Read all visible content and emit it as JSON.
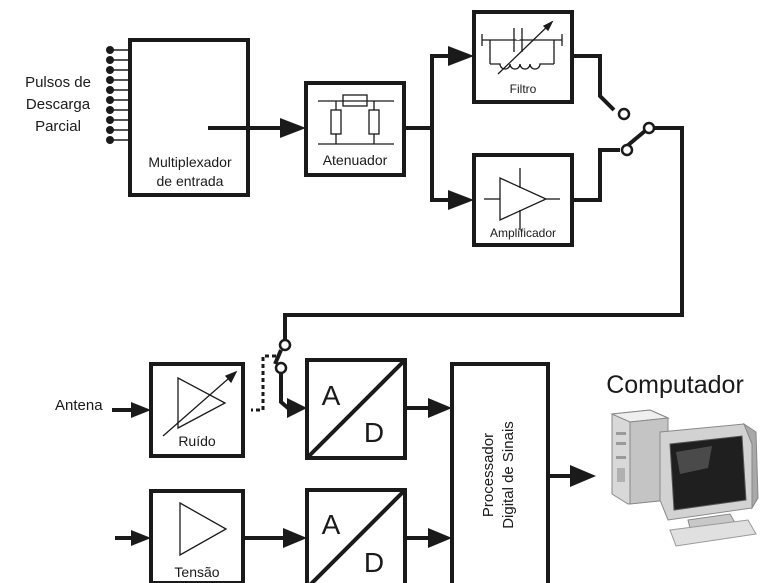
{
  "input_label": {
    "line1": "Pulsos de",
    "line2": "Descarga",
    "line3": "Parcial"
  },
  "blocks": {
    "multiplexer": {
      "line1": "Multiplexador",
      "line2": "de entrada"
    },
    "attenuator": "Atenuador",
    "filter": "Filtro",
    "amplifier": "Amplificador",
    "noise": "Ruído",
    "voltage": "Tensão",
    "adc_top": {
      "a": "A",
      "d": "D"
    },
    "adc_bottom": {
      "a": "A",
      "d": "D"
    },
    "dsp": {
      "line1": "Processador",
      "line2": "Digital de Sinais"
    }
  },
  "antenna_label": "Antena",
  "computer_label": "Computador",
  "icons": [
    "computer-icon"
  ]
}
